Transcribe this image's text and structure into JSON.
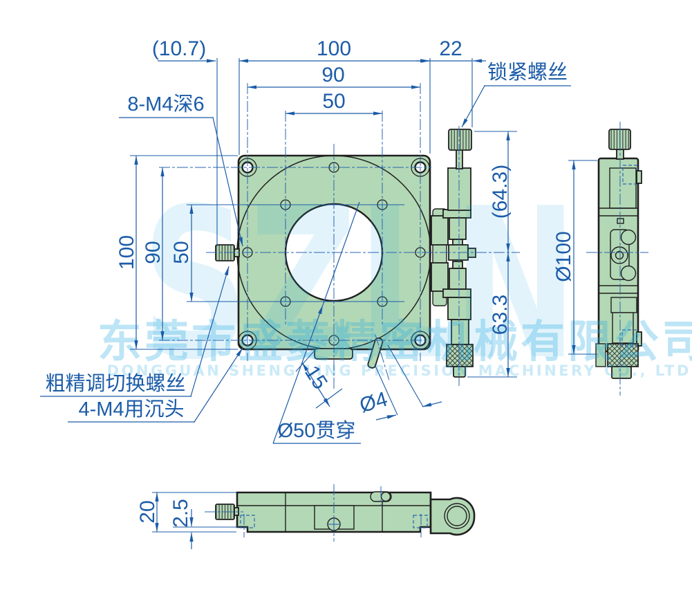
{
  "front_view": {
    "dim_offset_knob": "(10.7)",
    "dim_width": "100",
    "dim_micrometer": "22",
    "dim_holes_h_outer": "90",
    "dim_holes_h_inner": "50",
    "dim_height": "100",
    "dim_holes_v_outer": "90",
    "dim_holes_v_inner": "50",
    "dim_upper": "(64.3)",
    "dim_lower": "63.3",
    "dim_handle_len": "15",
    "dim_handle_dia": "Ø4",
    "label_tapped": "8-M4深6",
    "label_lock": "锁紧螺丝",
    "label_switch": "粗精调切换螺丝",
    "label_counterbore": "4-M4用沉头",
    "label_through": "Ø50贯穿"
  },
  "side_view": {
    "dim_dia": "Ø100"
  },
  "bottom_view": {
    "dim_thickness": "20",
    "dim_step": "2.5"
  },
  "watermark": {
    "logo": "SZLN",
    "company_cn": "东莞市盛菱精密机械有限公司",
    "company_en": "DONGGUAN SHENG LING PRECISION MACHINERY CO., LTD."
  },
  "colors": {
    "part": "#b3d8b5",
    "outline": "#1f1f1f",
    "dimension": "#1c5ca8",
    "watermark": "#29abe2"
  }
}
